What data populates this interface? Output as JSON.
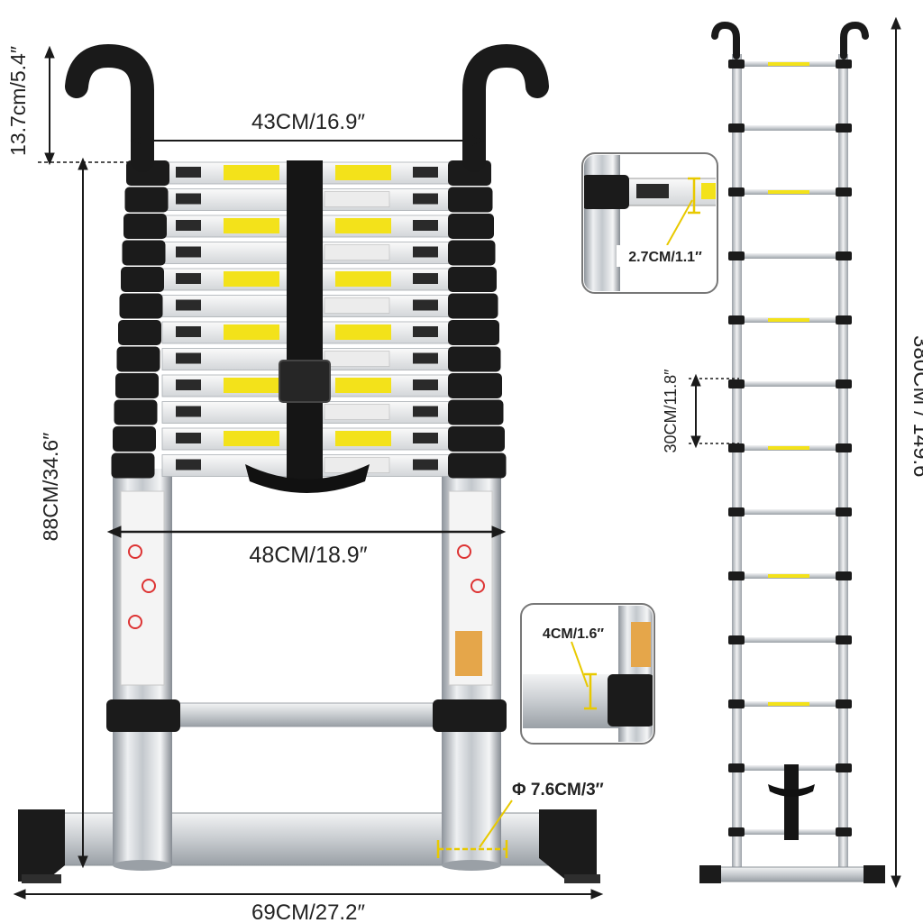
{
  "dimensions": {
    "hook_height": "13.7cm/5.4″",
    "top_width": "43CM/16.9″",
    "base_rung_width": "48CM/18.9″",
    "collapsed_height": "88CM/34.6″",
    "base_width": "69CM/27.2″",
    "tube_diameter": "Φ 7.6CM/3″",
    "rung_spacing": "30CM/11.8″",
    "extended_height": "380CM  /  149.6″"
  },
  "callouts": {
    "rung_depth": "2.7CM/1.1″",
    "tube_step": "4CM/1.6″"
  },
  "colors": {
    "rung_black": "#1b1b1b",
    "rail_silver": "#c9cdd2",
    "label_yellow": "#f3e21a",
    "callout_border": "#777777",
    "callout_line": "#e8c900"
  }
}
